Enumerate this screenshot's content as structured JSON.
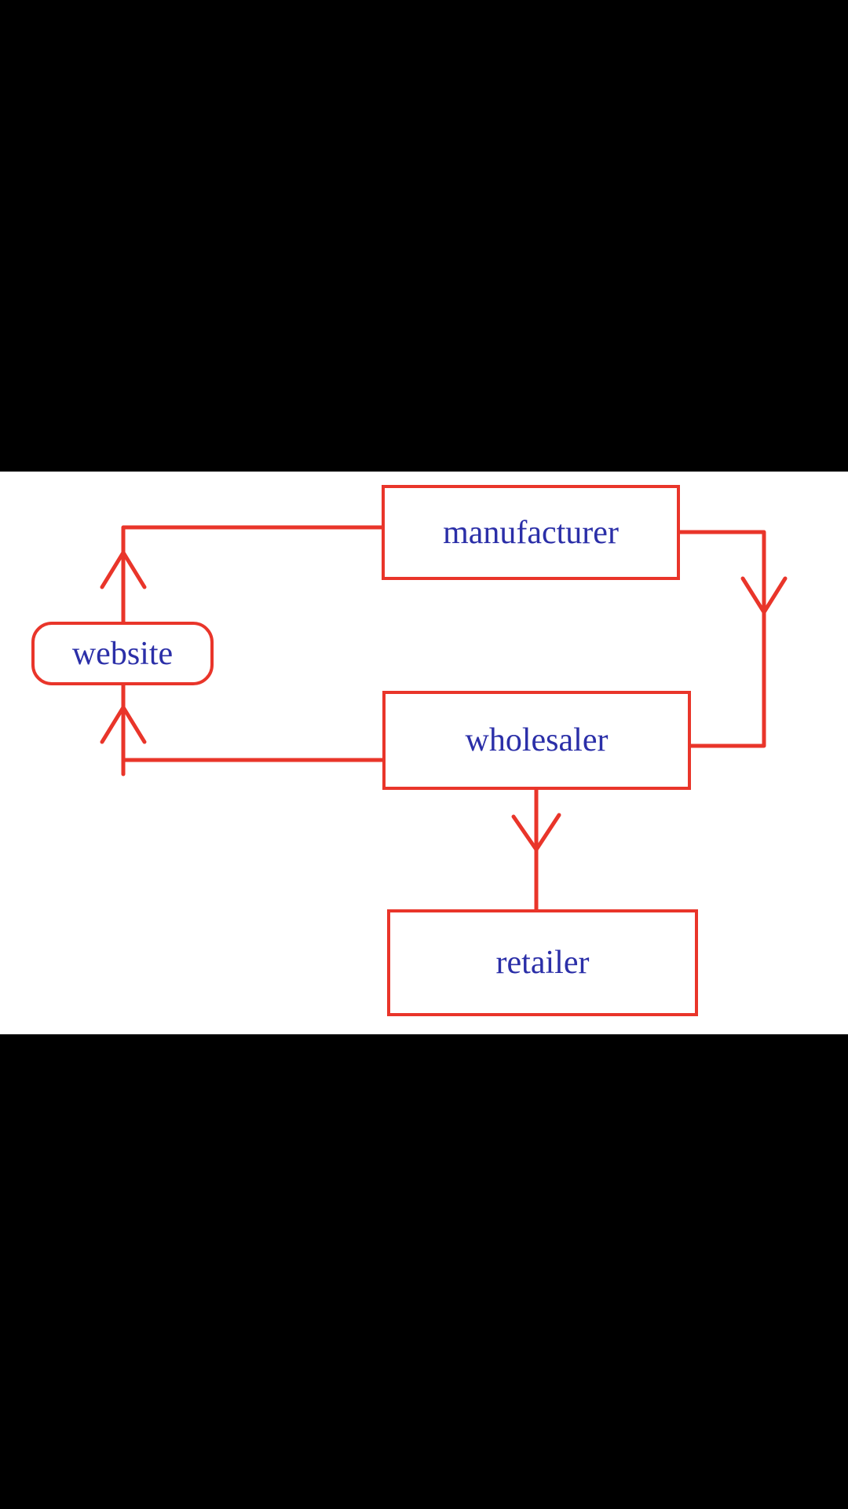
{
  "diagram": {
    "nodes": [
      {
        "id": "manufacturer",
        "label": "manufacturer",
        "shape": "rectangle"
      },
      {
        "id": "website",
        "label": "website",
        "shape": "rounded-rectangle"
      },
      {
        "id": "wholesaler",
        "label": "wholesaler",
        "shape": "rectangle"
      },
      {
        "id": "retailer",
        "label": "retailer",
        "shape": "rectangle"
      }
    ],
    "edges": [
      {
        "from": "website",
        "to": "manufacturer",
        "arrow_direction": "up"
      },
      {
        "from": "manufacturer",
        "to": "wholesaler",
        "arrow_direction": "down"
      },
      {
        "from": "wholesaler",
        "to": "website",
        "arrow_direction": "up"
      },
      {
        "from": "wholesaler",
        "to": "retailer",
        "arrow_direction": "down"
      }
    ]
  },
  "colors": {
    "line": "#e9352a",
    "label": "#2b2fa8",
    "canvas": "#ffffff",
    "letterbox": "#000000"
  }
}
